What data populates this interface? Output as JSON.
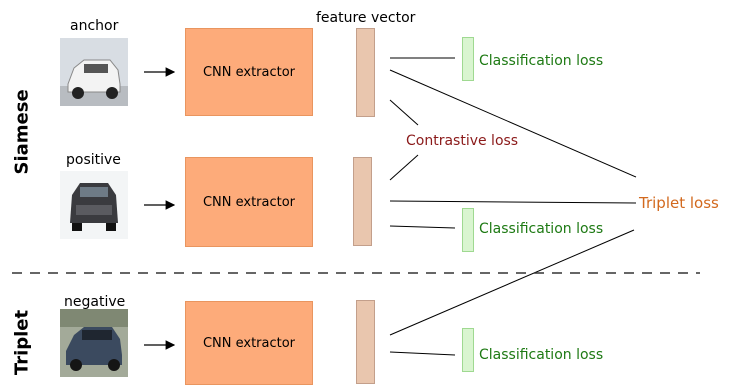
{
  "rows": {
    "anchor": {
      "title": "anchor",
      "cnn": "CNN extractor",
      "photo_color": "#d8dde3",
      "car_color": "#f3f3f3"
    },
    "positive": {
      "title": "positive",
      "cnn": "CNN extractor",
      "photo_color": "#f3f5f6",
      "car_color": "#3a3b3f"
    },
    "negative": {
      "title": "negative",
      "cnn": "CNN extractor",
      "photo_color": "#a3aa99",
      "car_color": "#3b4a5f"
    }
  },
  "feature_vector_label": "feature vector",
  "losses": {
    "classification_1": "Classification loss",
    "classification_2": "Classification loss",
    "classification_3": "Classification loss",
    "contrastive": "Contrastive loss",
    "triplet": "Triplet loss"
  },
  "sections": {
    "siamese": "Siamese",
    "triplet": "Triplet"
  },
  "colors": {
    "cnn_fill": "#fdab7a",
    "vector_fill": "#e9c6ae",
    "classification_fill": "#d9f5d0",
    "classification_text": "#1e7a14",
    "contrastive_text": "#8b1a1a",
    "triplet_text": "#d2691e"
  }
}
